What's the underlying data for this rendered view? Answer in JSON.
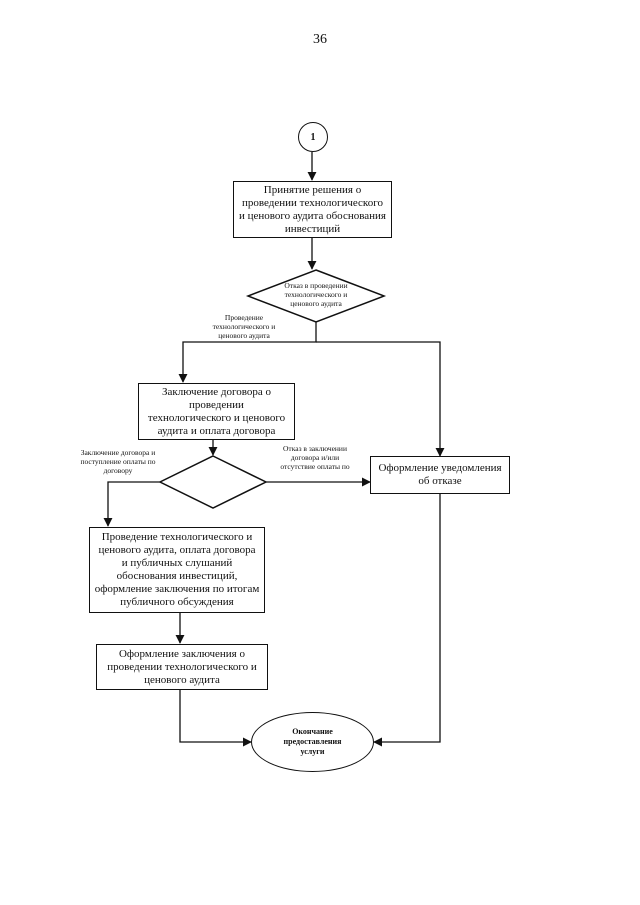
{
  "page_number": "36",
  "connector": "1",
  "step_decision": "Принятие решения о\nпроведении технологического\nи ценового аудита обоснования\nинвестиций",
  "decision1_text": "Отказ в проведении\nтехнологического и\nценового аудита",
  "label_audit": "Проведение\nтехнологического и\nценового аудита",
  "step_contract": "Заключение договора о\nпроведении\nтехнологического и ценового\nаудита и оплата договора",
  "label_contract_ok": "Заключение договора и\nпоступление оплаты по\nдоговору",
  "label_contract_refuse": "Отказ в заключении\nдоговора и/или\nотсутствие оплаты по",
  "step_refusal": "Оформление уведомления\nоб отказе",
  "step_audit": "Проведение технологического и\nценового аудита, оплата договора\nи публичных слушаний\nобоснования инвестиций,\nоформление заключения по итогам\nпубличного обсуждения",
  "step_conclusion": "Оформление заключения о\nпроведении технологического и\nценового аудита",
  "end_text": "Окончание\nпредоставления\nуслуги"
}
